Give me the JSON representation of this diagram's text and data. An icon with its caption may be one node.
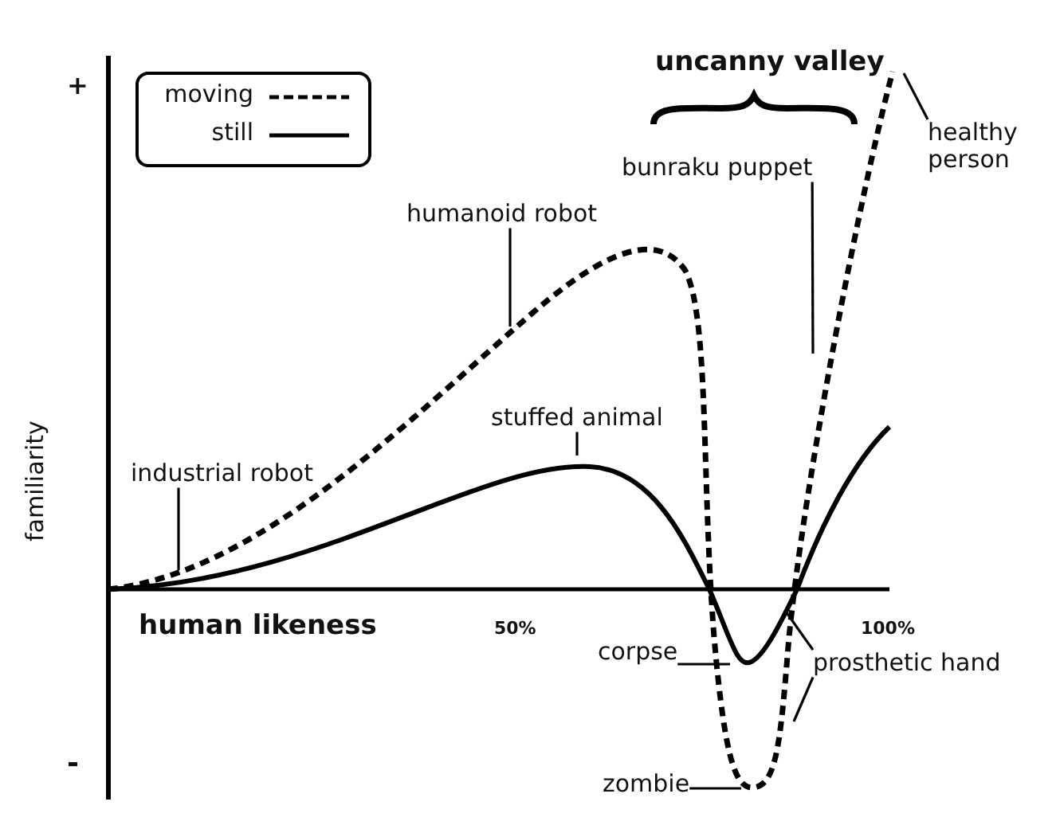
{
  "diagram": {
    "nodes": [
      {
        "text": [
          "healthy person"
        ]
      },
      {
        "text": [
          "bunraku puppet"
        ]
      },
      {
        "text": [
          "humanoid robot"
        ]
      },
      {
        "text": [
          "stuffed animal"
        ]
      },
      {
        "text": [
          "industrial robot"
        ]
      },
      {
        "text": [
          "corpse"
        ]
      },
      {
        "text": [
          "prosthetic hand"
        ]
      },
      {
        "text": [
          "zombie"
        ]
      }
    ],
    "edges": [
      {
        "from": 0,
        "to": null,
        "arrow": "none"
      },
      {
        "from": 1,
        "to": null,
        "arrow": "none"
      },
      {
        "from": 2,
        "to": null,
        "arrow": "none"
      },
      {
        "from": 3,
        "to": null,
        "arrow": "none"
      },
      {
        "from": 4,
        "to": null,
        "arrow": "none"
      },
      {
        "from": 5,
        "to": null,
        "arrow": "none"
      },
      {
        "from": 6,
        "to": null,
        "arrow": "none"
      },
      {
        "from": 6,
        "to": null,
        "arrow": "none"
      },
      {
        "from": 7,
        "to": null,
        "arrow": "none"
      }
    ],
    "labels": [
      "uncanny valley",
      "+",
      "familiarity",
      "human likeness",
      "50%",
      "100%",
      "-"
    ],
    "legend": [
      {
        "text": "moving"
      },
      {
        "text": "still"
      }
    ]
  }
}
